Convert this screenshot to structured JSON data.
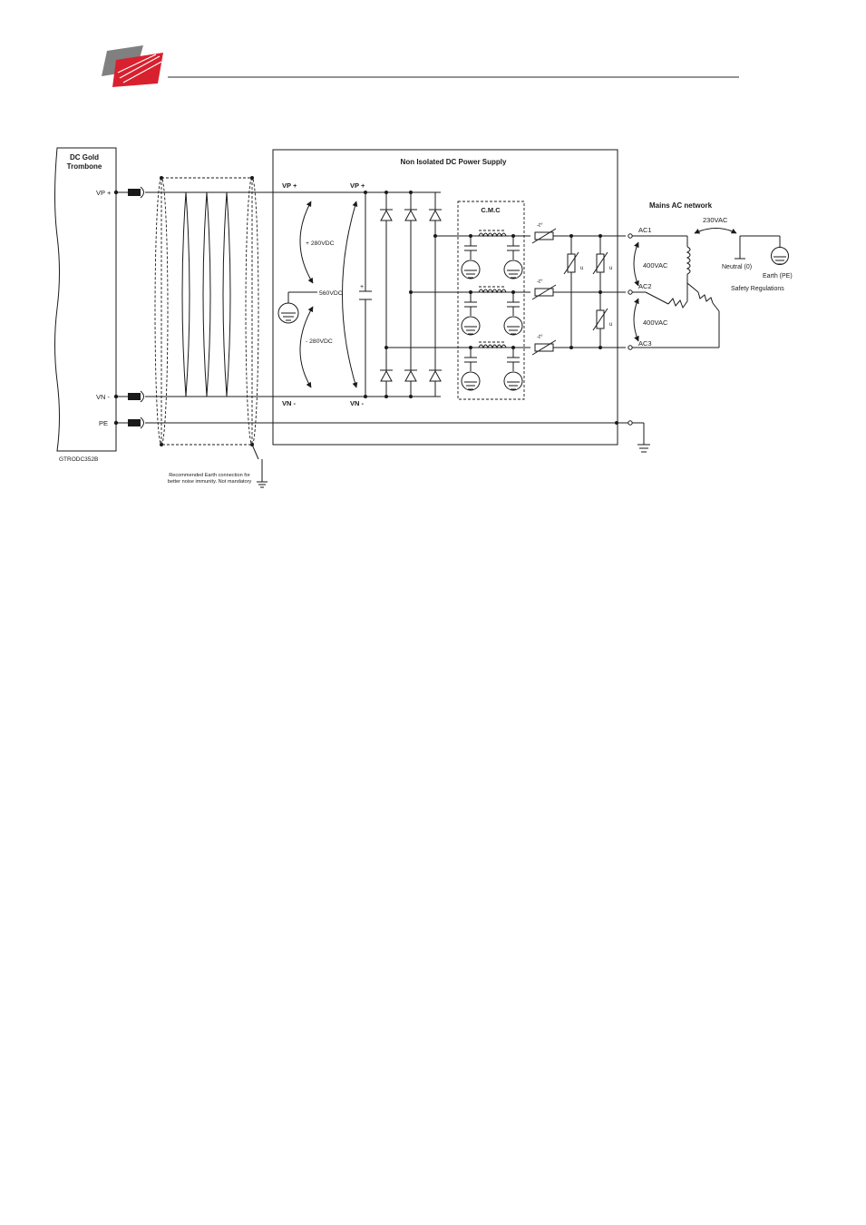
{
  "header": {
    "logo_colors": {
      "gray": "#808080",
      "red": "#d9202e"
    },
    "rule_color": "#555555"
  },
  "drive": {
    "title_line1": "DC Gold",
    "title_line2": "Trombone",
    "terminals": [
      "VP +",
      "VN -",
      "PE"
    ],
    "model": "GTRODC352B"
  },
  "cable": {
    "earth_note_line1": "Recommended Earth connection for",
    "earth_note_line2": "better noise immunity. Not mandatory"
  },
  "power_supply": {
    "title": "Non Isolated DC Power Supply",
    "vp_left": "VP +",
    "vp_right": "VP +",
    "vn_left": "VN -",
    "vn_right": "VN -",
    "plus_280": "+ 280VDC",
    "dc_560": "560VDC",
    "minus_280": "- 280VDC",
    "cmc_label": "C.M.C",
    "fuse_label": "-t°",
    "varistor_label": "u"
  },
  "mains": {
    "title": "Mains AC network",
    "phases": [
      "AC1",
      "AC2",
      "AC3"
    ],
    "line_voltage": "400VAC",
    "phase_voltage": "230VAC",
    "neutral": "Neutral (0)",
    "earth": "Earth (PE)",
    "safety": "Safety Regulations"
  }
}
